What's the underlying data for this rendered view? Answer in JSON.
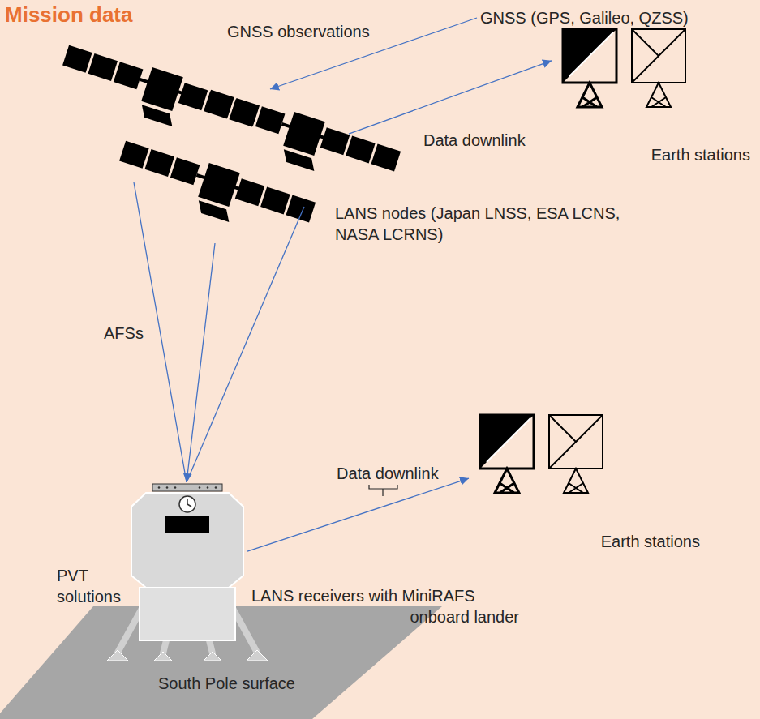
{
  "diagram": {
    "title": "Mission data",
    "nodes": [
      {
        "text": [
          "GNSS (GPS, Galileo, QZSS)"
        ]
      },
      {
        "text": [
          "LANS nodes (Japan LNSS, ESA LCNS, NASA LCRNS)"
        ]
      },
      {
        "text": [
          "Earth stations"
        ]
      },
      {
        "text": [
          "LANS receivers with MiniRAFS onboard lander"
        ]
      },
      {
        "text": [
          "Earth stations"
        ]
      }
    ],
    "edges": [
      {
        "from": 0,
        "to": 1,
        "label": "GNSS observations",
        "arrow": "to"
      },
      {
        "from": 1,
        "to": 2,
        "label": "Data downlink",
        "arrow": "to"
      },
      {
        "from": 1,
        "to": 3,
        "label": "AFSs",
        "arrow": "to"
      },
      {
        "from": 3,
        "to": 4,
        "label": "Data downlink",
        "arrow": "to"
      }
    ],
    "labels": [
      "PVT solutions",
      "South Pole surface"
    ]
  }
}
